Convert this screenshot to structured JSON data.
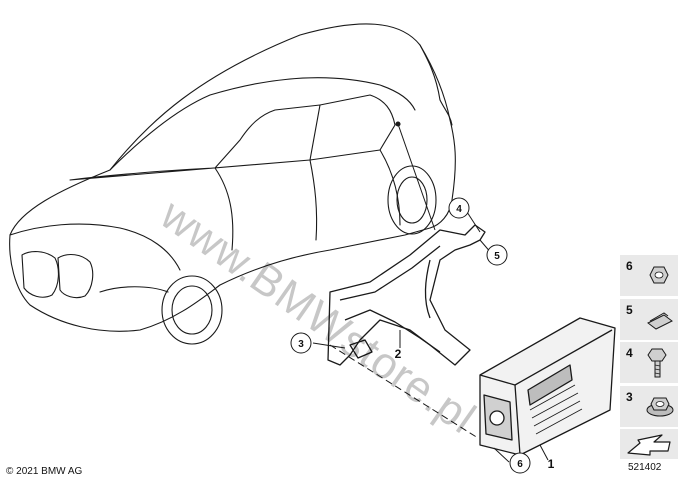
{
  "copyright": "© 2021 BMW AG",
  "reference_number": "521402",
  "watermark": "www.BMWstore.pl",
  "callouts": [
    {
      "id": "1",
      "circled": false
    },
    {
      "id": "2",
      "circled": false
    },
    {
      "id": "3",
      "circled": true
    },
    {
      "id": "4",
      "circled": true
    },
    {
      "id": "5",
      "circled": true
    },
    {
      "id": "6",
      "circled": true
    }
  ],
  "legend": [
    {
      "number": "6",
      "icon": "hex-nut-icon"
    },
    {
      "number": "5",
      "icon": "clip-nut-icon"
    },
    {
      "number": "4",
      "icon": "hex-bolt-icon"
    },
    {
      "number": "3",
      "icon": "flange-nut-icon"
    }
  ],
  "colors": {
    "line": "#1a1a1a",
    "legend_bg": "#e9e9e9",
    "part_fill": "#d9d9d9"
  }
}
